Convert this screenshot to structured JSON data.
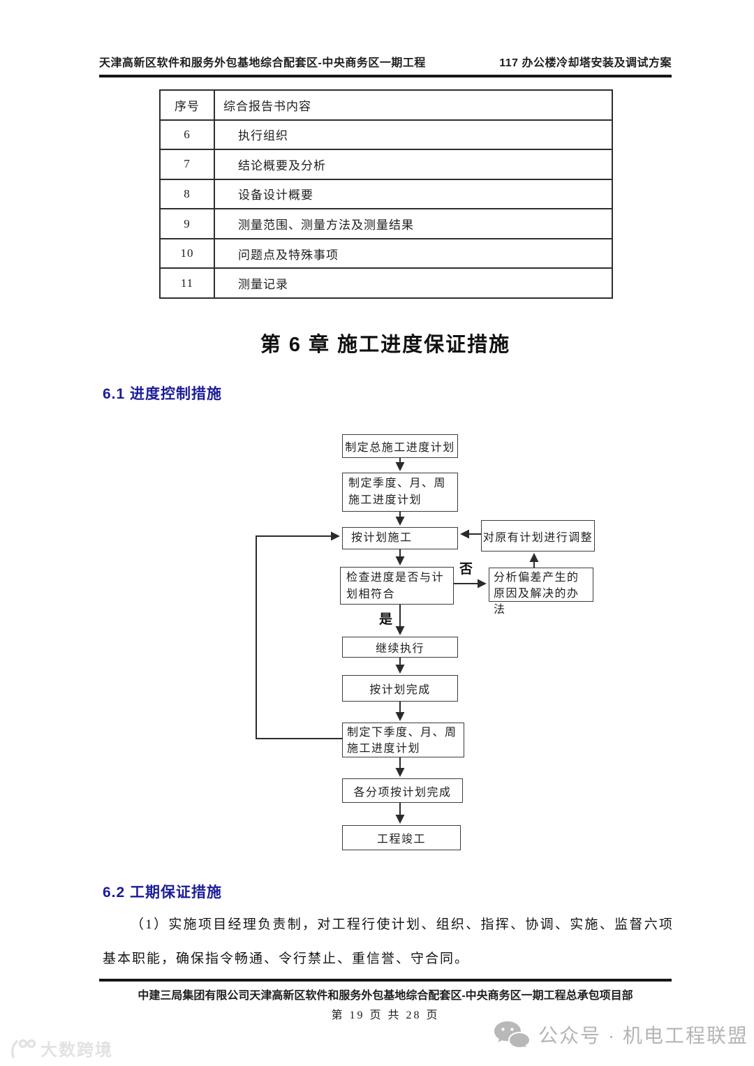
{
  "header": {
    "left": "天津高新区软件和服务外包基地综合配套区-中央商务区一期工程",
    "right": "117 办公楼冷却塔安装及调试方案"
  },
  "table": {
    "headers": [
      "序号",
      "综合报告书内容"
    ],
    "rows": [
      [
        "6",
        "执行组织"
      ],
      [
        "7",
        "结论概要及分析"
      ],
      [
        "8",
        "设备设计概要"
      ],
      [
        "9",
        "测量范围、测量方法及测量结果"
      ],
      [
        "10",
        "问题点及特殊事项"
      ],
      [
        "11",
        "测量记录"
      ]
    ]
  },
  "chapter_title": "第 6 章 施工进度保证措施",
  "sections": {
    "s61": "6.1 进度控制措施",
    "s62": "6.2 工期保证措施"
  },
  "flowchart": {
    "nodes": {
      "n1": "制定总施工进度计划",
      "n2": "制定季度、月、周施工进度计划",
      "n3": "按计划施工",
      "n4": "检查进度是否与计划相符合",
      "n5": "继续执行",
      "n6": "按计划完成",
      "n7": "制定下季度、月、周施工进度计划",
      "n8": "各分项按计划完成",
      "n9": "工程竣工",
      "r1": "对原有计划进行调整",
      "r2": "分析偏差产生的原因及解决的办法"
    },
    "labels": {
      "no": "否",
      "yes": "是"
    }
  },
  "paragraph": "（1）实施项目经理负责制，对工程行使计划、组织、指挥、协调、实施、监督六项基本职能，确保指令畅通、令行禁止、重信誉、守合同。",
  "footer": {
    "company": "中建三局集团有限公司天津高新区软件和服务外包基地综合配套区-中央商务区一期工程总承包项目部",
    "page": "第 19 页 共 28 页"
  },
  "watermark": {
    "text": "大数跨境"
  },
  "wechat": {
    "label": "公众号 · 机电工程联盟"
  },
  "colors": {
    "heading_blue": "#1c1c99",
    "rule_black": "#161616",
    "banner_gray": "#b5b5b5",
    "watermark_gray": "#e2e2e2"
  }
}
